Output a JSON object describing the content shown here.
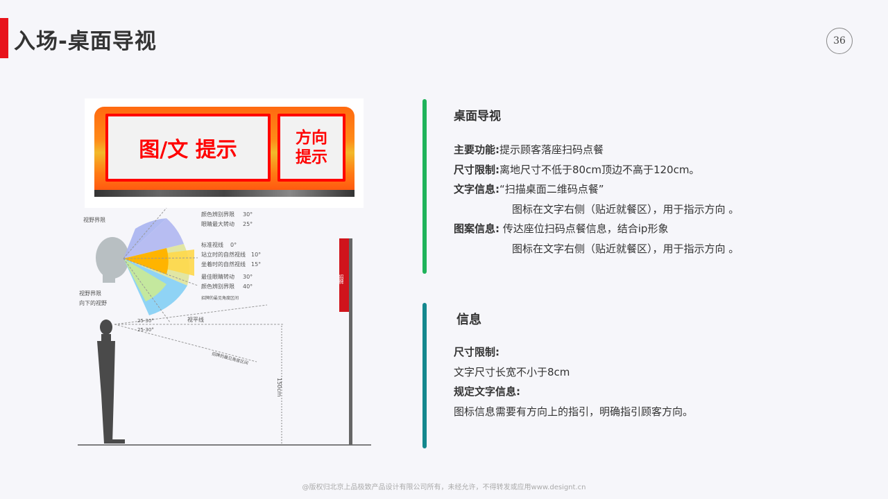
{
  "header": {
    "title": "入场-桌面导视",
    "page_number": "36"
  },
  "sign": {
    "main_panel": "图/文 提示",
    "side_panel_line1": "方向",
    "side_panel_line2": "提示"
  },
  "diagram": {
    "labels": [
      "视野界限",
      "颜色辨别界限",
      "30°",
      "眼睛最大转动",
      "25°",
      "标准视线",
      "0°",
      "站立时的自然视线",
      "10°",
      "坐着时的自然视线",
      "15°",
      "最佳眼睛转动",
      "30°",
      "颜色辨别界限",
      "40°",
      "视野界限",
      "向下的视野",
      "招牌的最见角度区间"
    ],
    "eye_level": "视平线",
    "angle_up": "25-30°",
    "angle_down": "25-30°",
    "lower_range": "招牌的最见角度区间",
    "height": "150cm",
    "pole_sign": "招牌"
  },
  "section1": {
    "title": "桌面导视",
    "rows": [
      {
        "label": "主要功能:",
        "value": "提示顾客落座扫码点餐"
      },
      {
        "label": "尺寸限制:",
        "value": "离地尺寸不低于80cm顶边不高于120cm。"
      },
      {
        "label": "文字信息:",
        "value": "“扫描桌面二维码点餐”"
      },
      {
        "label": "",
        "value": "图标在文字右侧（贴近就餐区），用于指示方向 。"
      },
      {
        "label": "图案信息:",
        "value": " 传达座位扫码点餐信息，结合ip形象"
      },
      {
        "label": "",
        "value": "图标在文字右侧（贴近就餐区），用于指示方向 。"
      }
    ],
    "bar_color": "#1fb35a"
  },
  "section2": {
    "title": "信息",
    "lines": [
      {
        "text": "尺寸限制:",
        "bold": true
      },
      {
        "text": "文字尺寸长宽不小于8cm",
        "bold": false
      },
      {
        "text": "规定文字信息:",
        "bold": true
      },
      {
        "text": "图标信息需要有方向上的指引，明确指引顾客方向。",
        "bold": false
      }
    ],
    "bar_color": "#14888e"
  },
  "footer": {
    "copyright": "@版权归北京上品极致产品设计有限公司所有，未经允许，不得转发或应用www.designt.cn"
  }
}
